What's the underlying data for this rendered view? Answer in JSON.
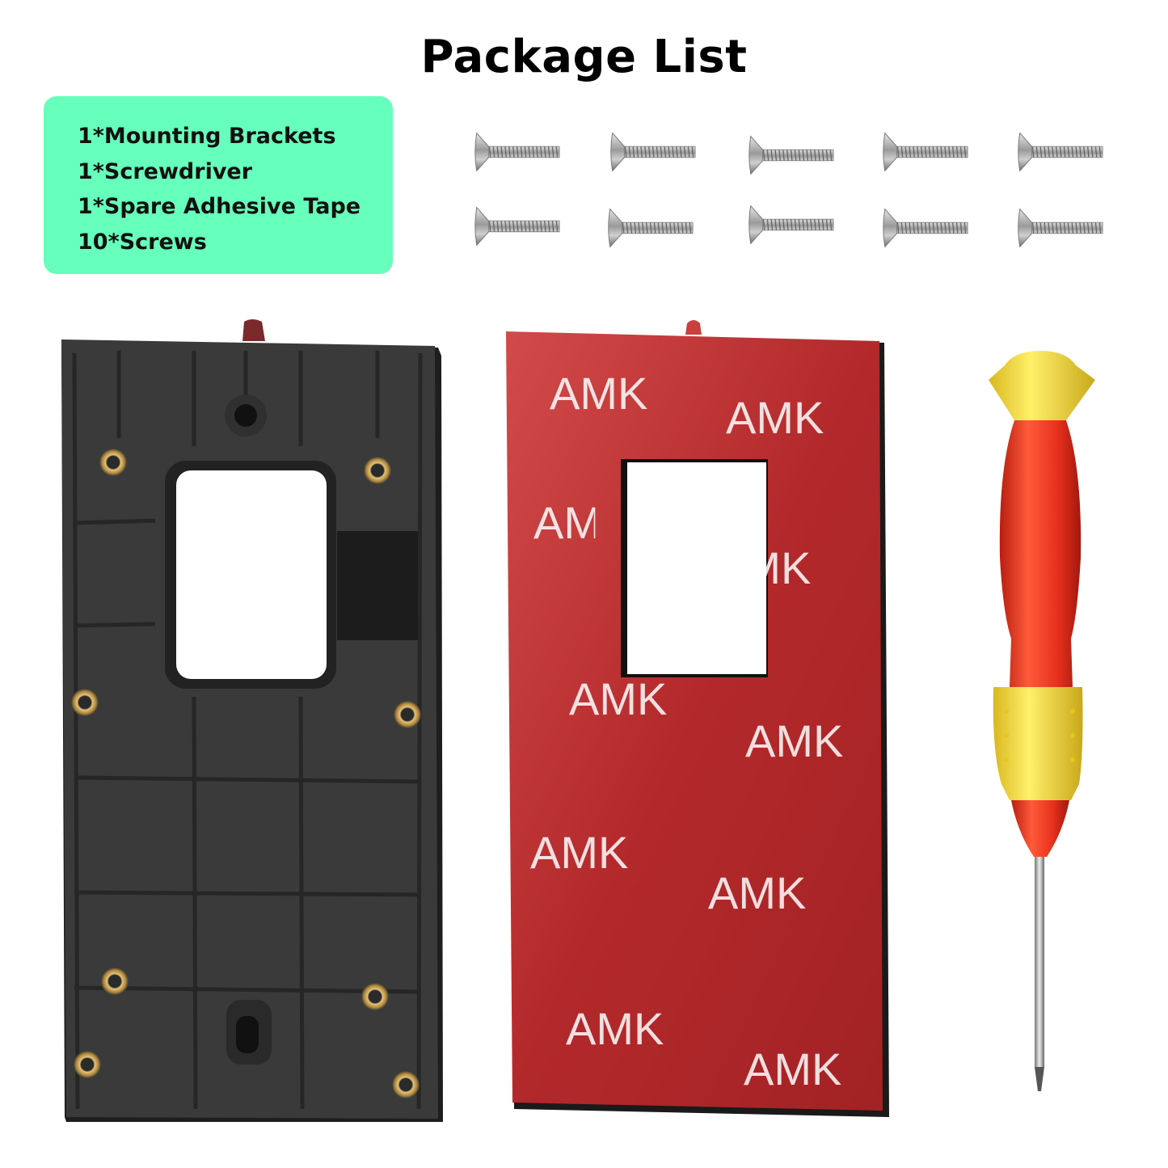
{
  "title": "Package List",
  "package_list": {
    "items": [
      "1*Mounting Brackets",
      "1*Screwdriver",
      "1*Spare Adhesive Tape",
      "10*Screws"
    ]
  },
  "tape_print": "AMK",
  "colors": {
    "list_background": "#66ffbb",
    "bracket": "#333333",
    "tape": "#b3292b",
    "screwdriver_handle": "#e8321e",
    "screwdriver_grip": "#ffe14a"
  },
  "icons": [
    "screw-icon",
    "mounting-bracket",
    "adhesive-tape",
    "screwdriver"
  ]
}
